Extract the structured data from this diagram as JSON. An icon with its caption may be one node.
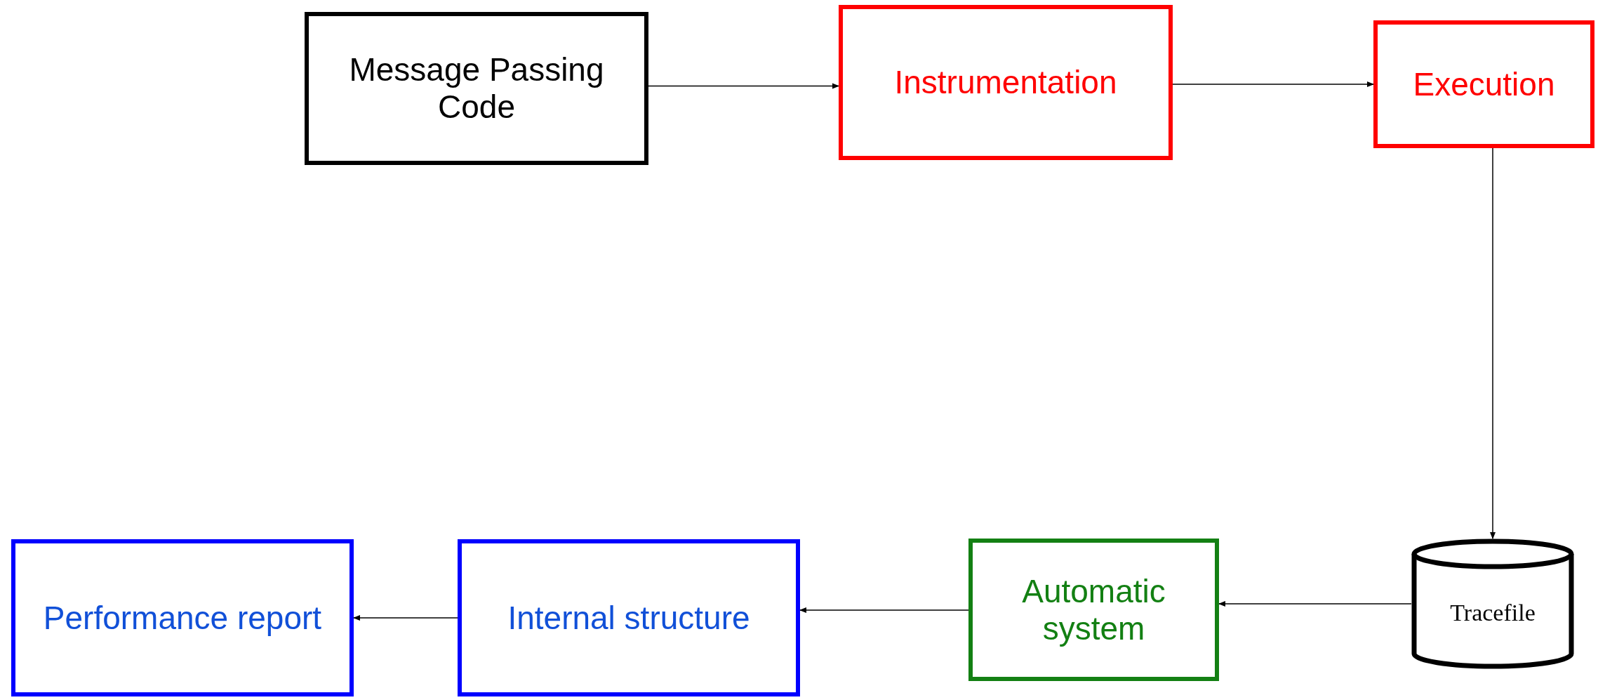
{
  "diagram": {
    "nodes": [
      {
        "text": [
          "Message Passing Code"
        ]
      },
      {
        "text": [
          "Instrumentation"
        ]
      },
      {
        "text": [
          "Execution"
        ]
      },
      {
        "text": [
          "Tracefile"
        ]
      },
      {
        "text": [
          "Automatic system"
        ]
      },
      {
        "text": [
          "Internal structure"
        ]
      },
      {
        "text": [
          "Performance report"
        ]
      }
    ],
    "edges": [
      {
        "from": 0,
        "to": 1,
        "arrow": "to"
      },
      {
        "from": 1,
        "to": 2,
        "arrow": "to"
      },
      {
        "from": 2,
        "to": 3,
        "arrow": "to"
      },
      {
        "from": 3,
        "to": 4,
        "arrow": "to"
      },
      {
        "from": 4,
        "to": 5,
        "arrow": "to"
      },
      {
        "from": 5,
        "to": 6,
        "arrow": "to"
      }
    ]
  }
}
